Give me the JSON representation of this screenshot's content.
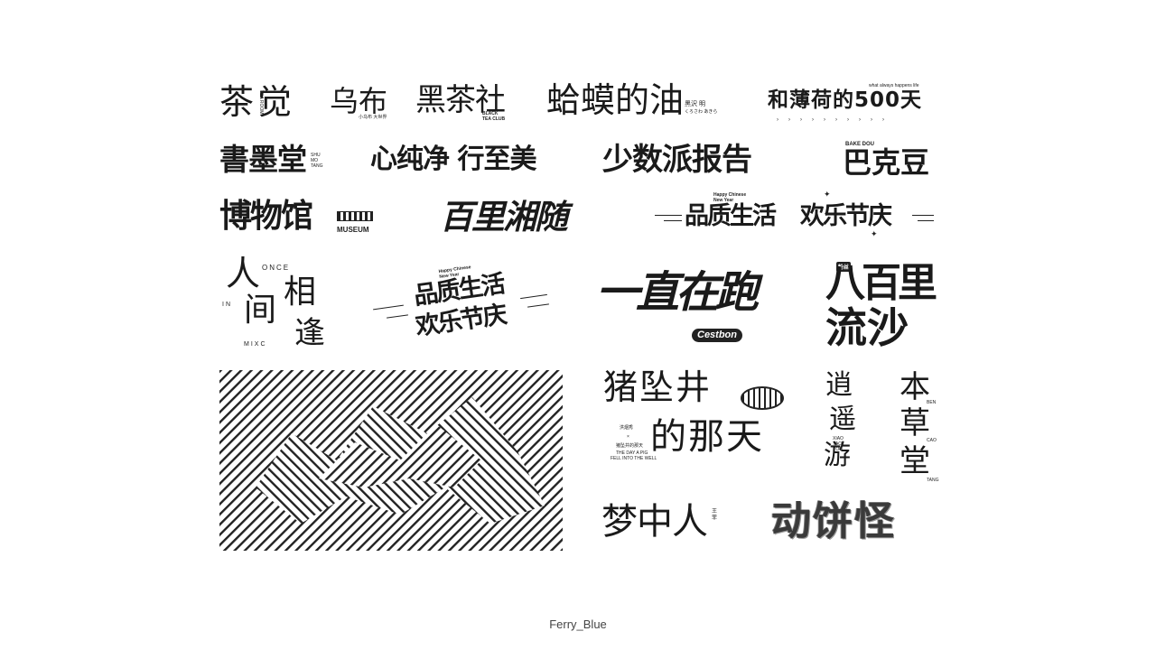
{
  "logos": {
    "cha_jue": {
      "text": "茶觉",
      "tag": "TEA ROOM"
    },
    "wu_bu": {
      "text": "乌布",
      "tag": "小乌布 大世界"
    },
    "hei_cha_she": {
      "text": "黑茶社",
      "tag": "BLACK TEA CLUB"
    },
    "ha_mo_de_you": {
      "text": "蛤蟆的油",
      "sub": "黑沢 明",
      "sub2": "くろさわ あきら"
    },
    "he_bo_mo_500": {
      "text": "和薄荷的500天",
      "tag": "what always happens life"
    },
    "shu_mo_tang": {
      "text": "書墨堂",
      "tag": "SHU MO TANG"
    },
    "xin_chun_jing": {
      "text": "心纯净 行至美"
    },
    "shao_shu_pai": {
      "text": "少数派报告"
    },
    "bake_dou": {
      "text": "巴克豆",
      "tag": "BAKE DOU"
    },
    "bo_wu_guan": {
      "text": "博物馆",
      "tag": "MUSEUM"
    },
    "bai_li_xiang": {
      "text": "百里湘随"
    },
    "pin_zhi_1": {
      "text": "品质生活",
      "text2": "欢乐节庆",
      "tag": "Happy Chinese New Year"
    },
    "ren_jian": {
      "t1": "人",
      "t2": "间",
      "t3": "相",
      "t4": "逢",
      "once": "ONCE",
      "in": "IN",
      "mixc": "MIXC"
    },
    "pin_zhi_2": {
      "text": "品质生活",
      "text2": "欢乐节庆",
      "tag": "Happy Chinese New Year"
    },
    "yi_zhi_pao": {
      "text": "一直在跑",
      "brand": "Cestbon"
    },
    "ba_bai_li": {
      "text": "八百里",
      "text2": "流沙",
      "badge": "粉丝"
    },
    "zhu_jian_jing": {
      "text": "猪坠井",
      "text2": "的那天",
      "sub1": "洪烟秀",
      "sub2": "×",
      "sub3": "猪坠井的那天",
      "sub4": "THE DAY A PIG",
      "sub5": "FELL INTO THE WELL"
    },
    "xiao_yao_you": {
      "t1": "逍",
      "t2": "遥",
      "t3": "游",
      "tag": "XIAO YAO YOU"
    },
    "ben_cao_tang": {
      "t1": "本",
      "t2": "草",
      "t3": "堂",
      "tag1": "BEN",
      "tag2": "CAO",
      "tag3": "TANG"
    },
    "meng_zhong_ren": {
      "text": "梦中人",
      "tag": "王菲"
    },
    "bing_guai": {
      "text": "动饼怪"
    }
  },
  "footer": {
    "credit": "Ferry_Blue"
  }
}
